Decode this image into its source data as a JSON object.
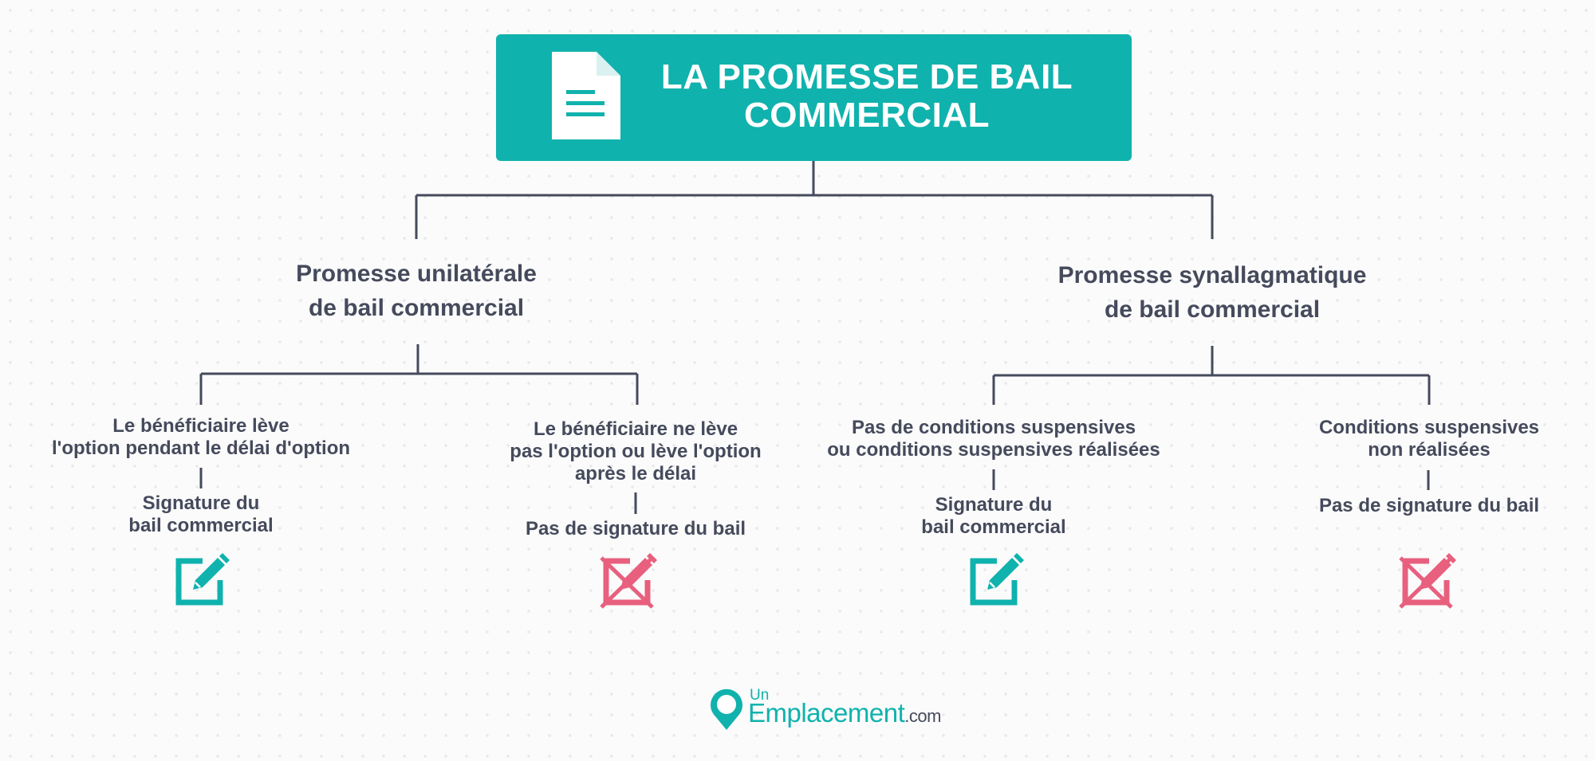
{
  "title": {
    "line1": "LA PROMESSE DE BAIL",
    "line2": "COMMERCIAL",
    "icon": "document-icon",
    "color": "#10b2ad"
  },
  "branches": [
    {
      "heading_line1": "Promesse unilatérale",
      "heading_line2": "de bail commercial",
      "cases": [
        {
          "condition": [
            "Le bénéficiaire lève",
            "l'option pendant le délai d'option"
          ],
          "result": [
            "Signature du",
            "bail commercial"
          ],
          "icon": "signed-edit-icon",
          "color": "#10b2ad"
        },
        {
          "condition": [
            "Le bénéficiaire ne lève",
            "pas l'option ou lève l'option",
            "après le délai"
          ],
          "result": [
            "Pas de signature du bail"
          ],
          "icon": "no-signature-icon",
          "color": "#e8607e"
        }
      ]
    },
    {
      "heading_line1": "Promesse synallagmatique",
      "heading_line2": "de bail commercial",
      "cases": [
        {
          "condition": [
            "Pas de conditions suspensives",
            "ou conditions suspensives réalisées"
          ],
          "result": [
            "Signature du",
            "bail commercial"
          ],
          "icon": "signed-edit-icon",
          "color": "#10b2ad"
        },
        {
          "condition": [
            "Conditions suspensives",
            "non réalisées"
          ],
          "result": [
            "Pas de signature du bail"
          ],
          "icon": "no-signature-icon",
          "color": "#e8607e"
        }
      ]
    }
  ],
  "logo": {
    "top": "Un",
    "main": "Emplacement",
    "suffix": ".com",
    "icon": "location-pin-icon"
  }
}
